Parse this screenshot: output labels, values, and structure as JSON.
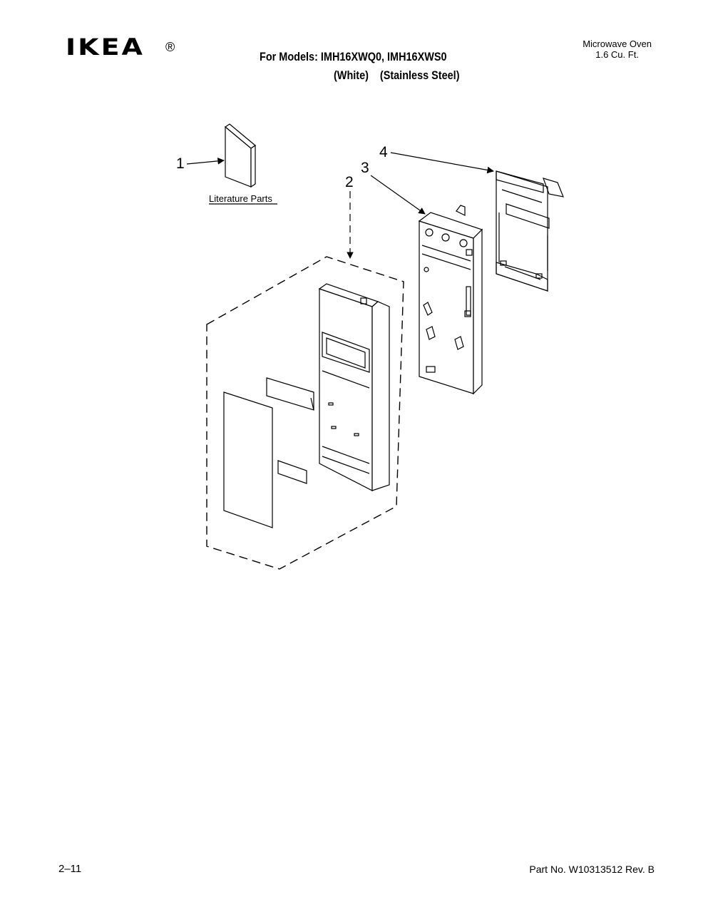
{
  "header": {
    "brand": "IKEA",
    "registered_mark": "®",
    "models_line": "For Models: IMH16XWQ0, IMH16XWS0",
    "variant_white": "(White)",
    "variant_stainless": "(Stainless Steel)",
    "product_name": "Microwave Oven",
    "product_capacity": "1.6 Cu. Ft."
  },
  "diagram": {
    "callouts": [
      "1",
      "2",
      "3",
      "4"
    ],
    "literature_label": "Literature Parts"
  },
  "footer": {
    "page_number": "2–11",
    "part_number": "Part No. W10313512 Rev. B"
  }
}
